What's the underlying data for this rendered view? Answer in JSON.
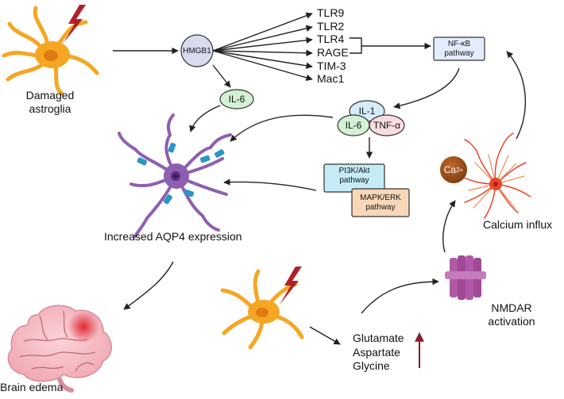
{
  "damaged_astroglia": "Damaged\nastroglia",
  "hmgb1": "HMGB1",
  "receptors": [
    "TLR9",
    "TLR2",
    "TLR4",
    "RAGE",
    "TIM-3",
    "Mac1"
  ],
  "nfkb": "NF-κB\npathway",
  "il6_small": "IL-6",
  "cytokines": {
    "il1": "IL-1",
    "il6": "IL-6",
    "tnf": "TNF-α"
  },
  "pi3k": "PI3K/Akt\npathway",
  "mapk": "MAPK/ERK\npathway",
  "aqp4": "Increased AQP4 expression",
  "calcium_influx": "Calcium influx",
  "ca_ion": "Ca",
  "ca_charge": "2+",
  "nmdar": "NMDAR\nactivation",
  "amino_acids": [
    "Glutamate",
    "Aspartate",
    "Glycine"
  ],
  "brain_edema": "Brain edema",
  "colors": {
    "astroglia": "#f5a623",
    "lightning": "#b1202a",
    "hmgb1": "#d9dbef",
    "nfkb": "#e3ecfb",
    "il": "#d3f1d3",
    "il1": "#d7ecfb",
    "tnf": "#f9dde0",
    "pi3k": "#c5ecf6",
    "mapk": "#f8d7b9",
    "neuron": "#8e5fb0",
    "aqp4": "#2a96c5",
    "nmdar": "#b05aa7",
    "calcium_cell": "#e8452a",
    "brain": "#f2b5bd",
    "up_arrow": "#8b1d2c"
  }
}
